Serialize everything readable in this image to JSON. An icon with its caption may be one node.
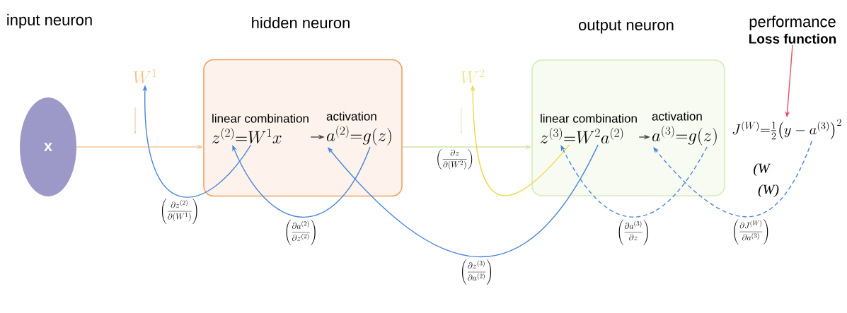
{
  "diagram": {
    "nodes": [
      {
        "text": [
          "x"
        ]
      },
      {
        "text": [
          "hidden neuron"
        ]
      },
      {
        "text": [
          "linear combination",
          "z^{(2)}{=}W^{1}x"
        ],
        "in": 1
      },
      {
        "text": [
          "activation",
          "a^{(2)}{=}g(z)"
        ],
        "in": 1
      },
      {
        "text": [
          "output neuron"
        ]
      },
      {
        "text": [
          "linear combination",
          "z^{(3)}{=}W^{2}a^{(2)}"
        ],
        "in": 4
      },
      {
        "text": [
          "activation",
          "a^{(3)}{=}g(z)"
        ],
        "in": 4
      },
      {
        "text": [
          "performance",
          "Loss function"
        ]
      },
      {
        "text": [
          "J^{(W)}{=}\\tfrac{1}{2}\\bigl(y-a^{(3)}\\bigr)^{2}"
        ]
      },
      {
        "text": [
          "W^{1}"
        ]
      },
      {
        "text": [
          "W^{2}"
        ]
      }
    ],
    "edges": [
      {
        "from": 0,
        "to": 1,
        "arrow": "to",
        "color": "#f5c79a"
      },
      {
        "from": 2,
        "to": 3,
        "arrow": "to",
        "color": "#5a4545"
      },
      {
        "from": 1,
        "to": 4,
        "arrow": "to",
        "color": "#cfe6a8"
      },
      {
        "from": 5,
        "to": 6,
        "arrow": "to",
        "color": "#4a4a4a"
      },
      {
        "from": 7,
        "to": 8,
        "arrow": "to",
        "color": "#e8506a"
      },
      {
        "from": 2,
        "to": 9,
        "arrow": "to",
        "color": "#4a86d8",
        "label": "\\left(\\frac{\\partial z^{(2)}}{\\partial(W^{1})}\\right)"
      },
      {
        "from": 3,
        "to": 2,
        "arrow": "to",
        "color": "#4a86d8",
        "label": "\\left(\\frac{\\partial a^{(2)}}{\\partial z^{(2)}}\\right)"
      },
      {
        "from": 5,
        "to": 3,
        "arrow": "to",
        "color": "#4a86d8",
        "label": "\\left(\\frac{\\partial z^{(3)}}{\\partial a^{(2)}}\\right)"
      },
      {
        "from": 5,
        "to": 10,
        "arrow": "to",
        "color": "#f0d850",
        "label": "\\left(\\frac{\\partial z}{\\partial(W^{2})}\\right)"
      },
      {
        "from": 6,
        "to": 5,
        "arrow": "to",
        "color": "#4a86d8",
        "style": "dashed",
        "label": "\\left(\\frac{\\partial a^{(3)}}{\\partial z}\\right)"
      },
      {
        "from": 8,
        "to": 6,
        "arrow": "to",
        "color": "#4a86d8",
        "style": "dashed",
        "label": "\\left(\\frac{\\partial J^{(W)}}{\\partial a^{(3)}}\\right)"
      }
    ],
    "labels": [
      "input neuron",
      "(W",
      "(W)"
    ]
  }
}
